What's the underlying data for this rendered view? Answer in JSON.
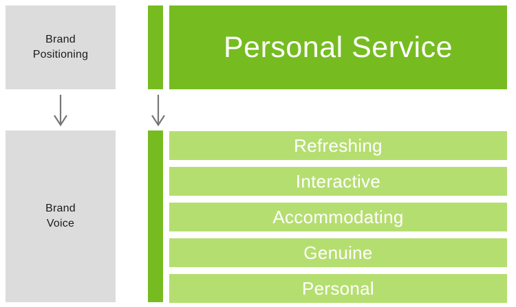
{
  "colors": {
    "accent_dark_green": "#76BC21",
    "accent_light_green": "#B5DE70",
    "label_gray": "#DCDCDC",
    "arrow_gray": "#767676",
    "text_on_green": "#FFFFFF",
    "text_on_gray": "#1A1A1A",
    "page_background": "#FFFFFF"
  },
  "left_column": {
    "positioning_label": "Brand\nPositioning",
    "voice_label": "Brand\nVoice"
  },
  "arrows": {
    "left_arrow_name": "down-arrow-icon",
    "right_arrow_name": "down-arrow-icon"
  },
  "header": {
    "title": "Personal Service"
  },
  "voice_attributes": [
    {
      "label": "Refreshing"
    },
    {
      "label": "Interactive"
    },
    {
      "label": "Accommodating"
    },
    {
      "label": "Genuine"
    },
    {
      "label": "Personal"
    }
  ]
}
